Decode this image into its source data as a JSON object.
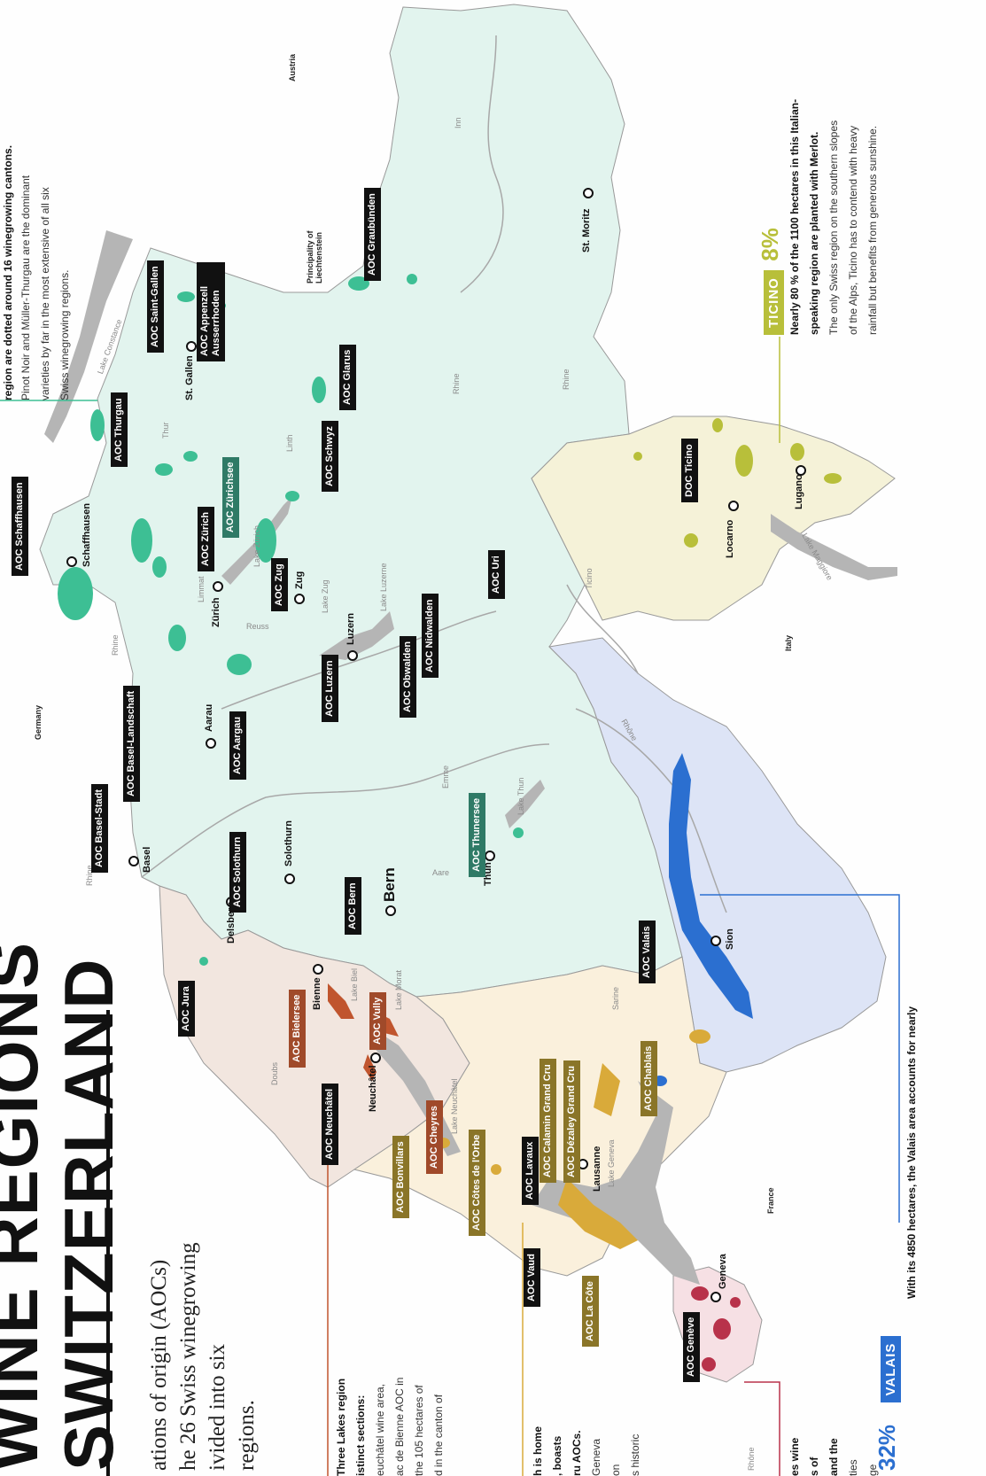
{
  "title": {
    "line1": "WINE REGIONS",
    "line2": "SWITZERLAND"
  },
  "intro": [
    "ations of origin (AOCs)",
    "he 26 Swiss winegrowing",
    "ivided into six",
    "regions."
  ],
  "aoc_labels": [
    "AOC Schaffhausen",
    "AOC Thurgau",
    "AOC Saint-Gallen",
    "AOC Appenzell Ausserrhoden",
    "AOC Zürichsee",
    "AOC Zürich",
    "AOC Schwyz",
    "AOC Glarus",
    "AOC Graubünden",
    "AOC Zug",
    "AOC Uri",
    "AOC Nidwalden",
    "AOC Obwalden",
    "AOC Luzern",
    "AOC Aargau",
    "AOC Basel-Landschaft",
    "AOC Basel-Stadt",
    "AOC Solothurn",
    "AOC Bern",
    "AOC Thunersee",
    "AOC Jura",
    "AOC Bielersee",
    "AOC Vully",
    "AOC Neuchâtel",
    "AOC Cheyres",
    "AOC Bonvillars",
    "AOC Côtes de l'Orbe",
    "AOC Lavaux",
    "AOC Calamin Grand Cru",
    "AOC Dézaley Grand Cru",
    "AOC Chablais",
    "AOC Valais",
    "AOC Vaud",
    "AOC La Côte",
    "AOC Genève",
    "DOC Ticino"
  ],
  "cities": [
    "Schaffhausen",
    "St. Gallen",
    "Zürich",
    "Zug",
    "Luzern",
    "Aarau",
    "Basel",
    "Solothurn",
    "Bern",
    "Thun",
    "Delsberg",
    "Bienne",
    "Neuchâtel",
    "Lausanne",
    "Geneva",
    "Sion",
    "Locarno",
    "Lugano",
    "St. Moritz"
  ],
  "countries": [
    "Germany",
    "Austria",
    "Principality of Liechtenstein",
    "Italy",
    "France"
  ],
  "waters": [
    "Lake Constance",
    "Thur",
    "Rhine",
    "Linth",
    "Lake Zürich",
    "Limmat",
    "Reuss",
    "Lake Zug",
    "Lake Luzerne",
    "Aare",
    "Emme",
    "Lake Thun",
    "Lake Biel",
    "Lake Morat",
    "Doubs",
    "Lake Neuchâtel",
    "Sarine",
    "Lake Geneva",
    "Rhône",
    "Ticino",
    "Lake Maggiore",
    "Inn"
  ],
  "right_text": {
    "line0": "region are dotted around 16 winegrowing cantons.",
    "line1": "Pinot Noir and Müller-Thurgau are the dominant",
    "line2": "varieties by far in the most extensive of all six",
    "line3": "Swiss winegrowing regions."
  },
  "ticino": {
    "label": "TICINO",
    "percent": "8%",
    "bold1": "Nearly 80 % of the 1100 hectares in this Italian-",
    "bold2": "speaking region are planted with Merlot.",
    "line1": "The only Swiss region on the southern slopes",
    "line2": "of the Alps, Ticino has to contend with heavy",
    "line3": "rainfall but benefits from generous sunshine."
  },
  "valais": {
    "label": "VALAIS",
    "percent": "32%",
    "bold1": "With its 4850 hectares, the Valais area accounts for nearly"
  },
  "bottom_snippets": {
    "three_lakes1": "Three Lakes region",
    "three_lakes2": "istinct sections:",
    "three_lakes3": "euchâtel wine area,",
    "three_lakes4": "ac de Bienne AOC in",
    "three_lakes5": "the 105 hectares of",
    "three_lakes6": "d in the canton of",
    "vaud1": "h is home",
    "vaud2": ", boasts",
    "vaud3": "ru AOCs.",
    "vaud4": "Geneva",
    "vaud5": "on",
    "vaud6": "s historic",
    "geneva1": "es wine",
    "geneva2": "s of",
    "geneva3": "and the",
    "geneva4": "ties",
    "geneva5": "ge"
  },
  "colors": {
    "german": "#e2f4ee",
    "german_vine": "#3dbf94",
    "three_lakes": "#f2e6df",
    "three_lakes_vine": "#c0552e",
    "vaud": "#faf0dc",
    "vaud_vine": "#d9aa3a",
    "valais": "#dde4f6",
    "valais_vine": "#2b6fd0",
    "ticino": "#f5f2d8",
    "ticino_vine": "#b8bf3a",
    "geneva": "#f6e0e4",
    "geneva_vine": "#b8324a",
    "lake": "#b5b5b5"
  }
}
